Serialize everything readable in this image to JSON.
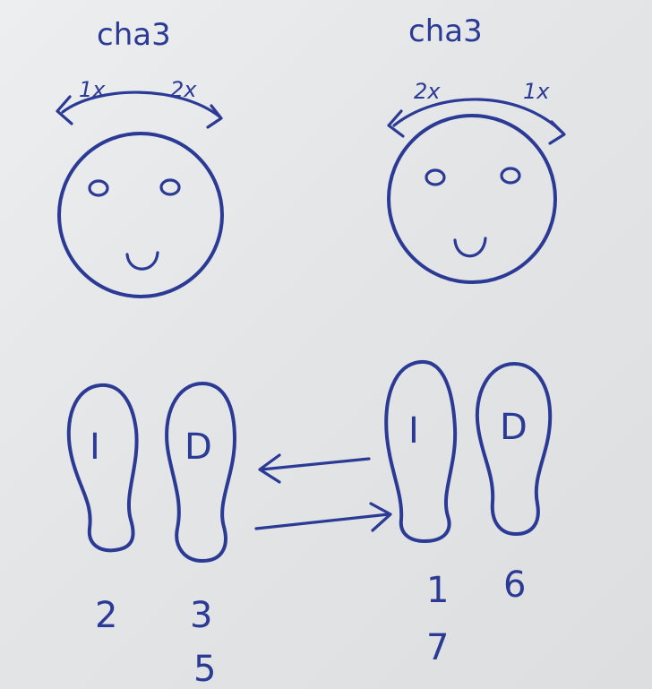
{
  "left_figure": {
    "title": "cha3",
    "turn_left_label": "1x",
    "turn_right_label": "2x",
    "left_foot_letter": "I",
    "right_foot_letter": "D",
    "left_foot_steps": [
      "2"
    ],
    "right_foot_steps": [
      "3",
      "5"
    ]
  },
  "right_figure": {
    "title": "cha3",
    "turn_left_label": "2x",
    "turn_right_label": "1x",
    "left_foot_letter": "I",
    "right_foot_letter": "D",
    "left_foot_steps": [
      "1",
      "7"
    ],
    "right_foot_steps": [
      "6"
    ]
  },
  "colors": {
    "ink": "#2b3a94",
    "paper": "#e6e8ea"
  }
}
